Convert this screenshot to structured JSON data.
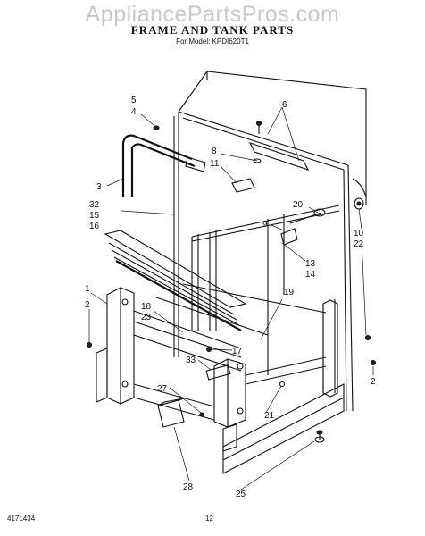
{
  "watermark": "AppliancePartsPros.com",
  "title": "FRAME AND TANK PARTS",
  "model": "For Model: KPDI620T1",
  "footer": {
    "doc_number": "4171434",
    "page_number": "12"
  },
  "callouts": [
    "5",
    "4",
    "6",
    "8",
    "11",
    "3",
    "32",
    "15",
    "16",
    "20",
    "9",
    "10",
    "22",
    "13",
    "14",
    "1",
    "2",
    "19",
    "18",
    "23",
    "17",
    "33",
    "2",
    "27",
    "21",
    "28",
    "25"
  ]
}
